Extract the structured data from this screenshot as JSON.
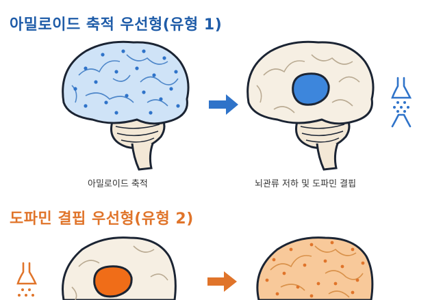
{
  "type1": {
    "title": "아밀로이드 축적 우선형(유형 1)",
    "title_color": "#1f5ca8",
    "caption_left": "아밀로이드 축적",
    "caption_right": "뇌관류 저하 및 도파민 결핍",
    "accent": "#2f73c9"
  },
  "type2": {
    "title": "도파민 결핍 우선형(유형 2)",
    "title_color": "#e0742a",
    "accent": "#e0742a"
  },
  "icons": {
    "arrow": "right-arrow-icon",
    "synapse": "synapse-icon",
    "brain": "brain-icon"
  }
}
